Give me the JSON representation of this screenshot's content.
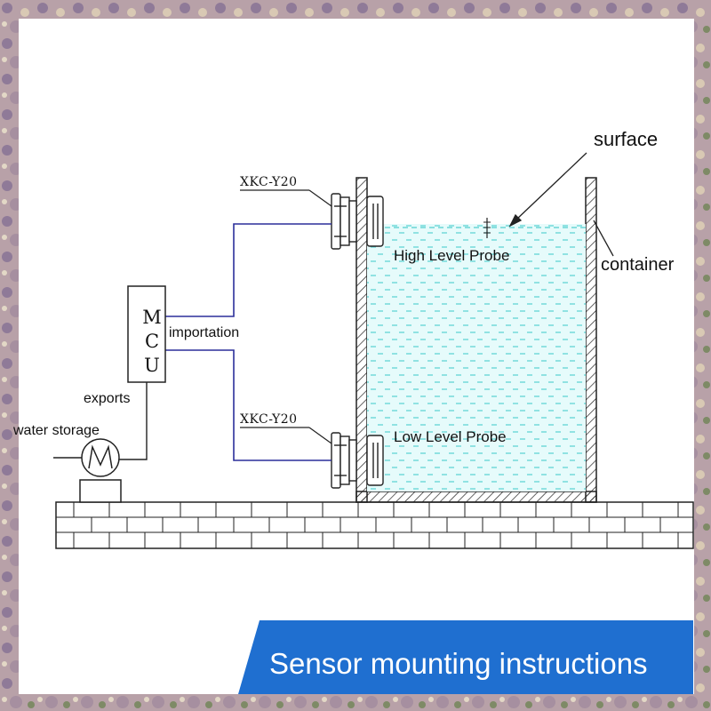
{
  "labels": {
    "surface": "surface",
    "container": "container",
    "probe_top_id": "XKC-Y20",
    "probe_bottom_id": "XKC-Y20",
    "high_probe": "High Level Probe",
    "low_probe": "Low Level Probe",
    "mcu": "MCU",
    "importation": "importation",
    "exports": "exports",
    "water_storage": "water storage"
  },
  "banner": {
    "text": "Sensor mounting instructions"
  },
  "colors": {
    "frame": "#b9a2a8",
    "water_fill": "#e6fbfb",
    "water_dash": "#6ad6d6",
    "wire": "#2b2f9a",
    "banner": "#1f6fd0",
    "line": "#222222"
  },
  "icons": [
    "pump-icon",
    "sensor-icon",
    "surface-marker-icon"
  ]
}
